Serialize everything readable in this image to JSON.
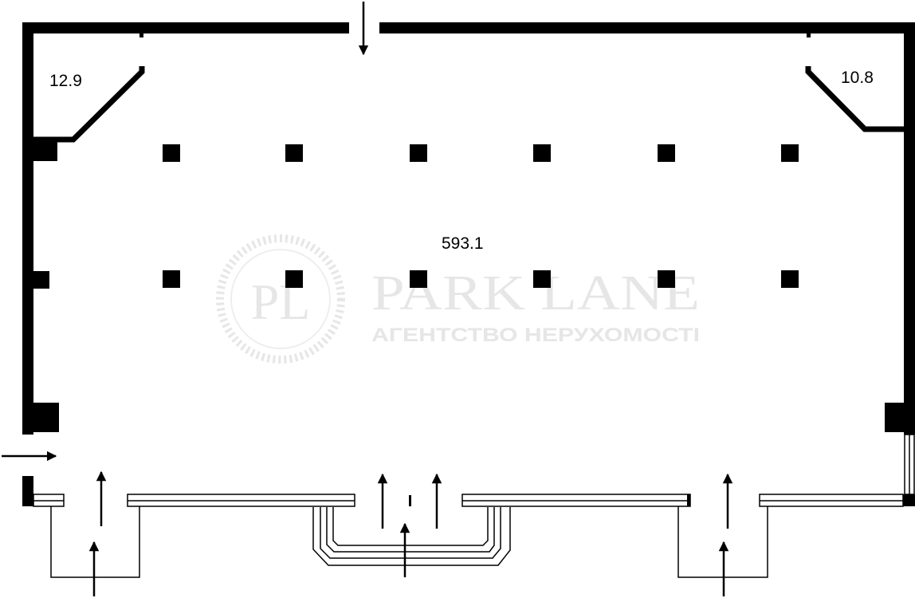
{
  "rooms": [
    {
      "id": "corner-left",
      "area": "12.9"
    },
    {
      "id": "corner-right",
      "area": "10.8"
    },
    {
      "id": "main-hall",
      "area": "593.1"
    }
  ],
  "watermark": {
    "monogram": "PL",
    "brand": "PARK LANE",
    "tagline": "АГЕНТСТВО НЕРУХОМОСТІ"
  },
  "colors": {
    "wall": "#000000",
    "background": "#ffffff",
    "watermark": "#e6e6e6"
  }
}
